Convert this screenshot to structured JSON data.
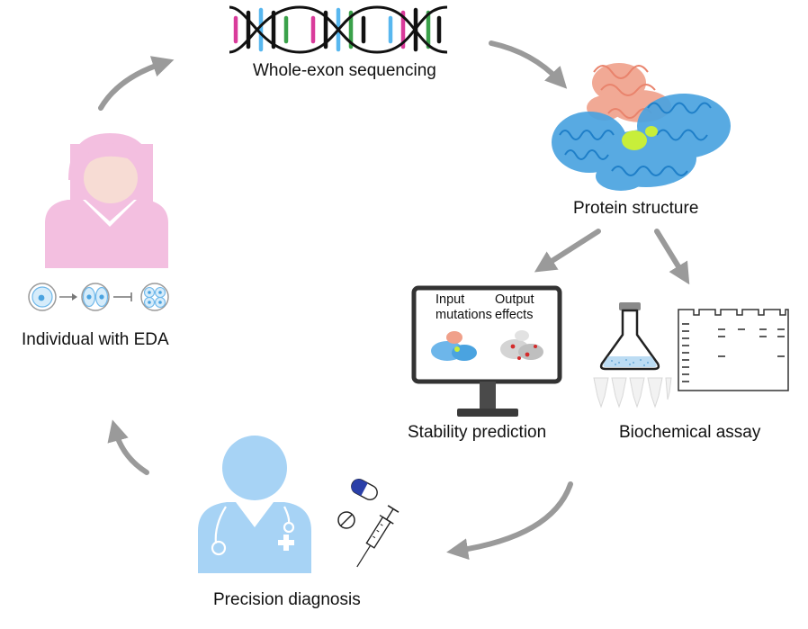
{
  "labels": {
    "sequencing": "Whole-exon sequencing",
    "protein": "Protein structure",
    "stability": "Stability prediction",
    "biochem": "Biochemical assay",
    "diagnosis": "Precision diagnosis",
    "individual": "Individual with EDA"
  },
  "monitor": {
    "input_line1": "Input",
    "input_line2": "mutations",
    "output_line1": "Output",
    "output_line2": "effects"
  },
  "colors": {
    "arrow": "#9a9a9a",
    "patient_pink": "#f3bfe0",
    "skin": "#f7dcd4",
    "doctor_blue": "#a7d3f5",
    "protein_blue": "#4aa3e0",
    "protein_salmon": "#f0a08a",
    "ligand_green": "#c8ee3a",
    "dna_magenta": "#d93b9b",
    "dna_green": "#3aa14a",
    "dna_blue": "#58b7ef",
    "pill_blue": "#2a3fa8"
  }
}
